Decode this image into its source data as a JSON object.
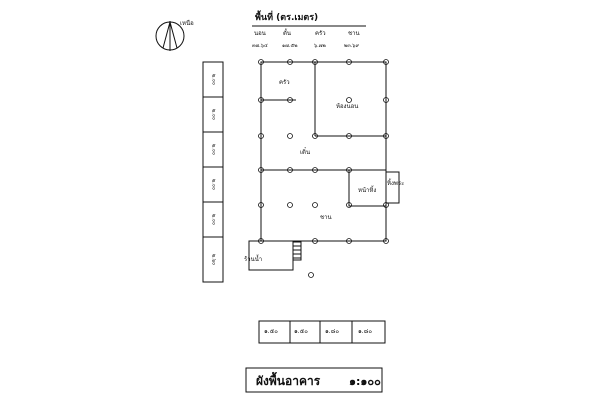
{
  "north": {
    "label": "เหนือ"
  },
  "area_table": {
    "title": "พื้นที่ (ตร.เมตร)",
    "headers": [
      "นอน",
      "ตั้น",
      "ครัว",
      "ชาน"
    ],
    "values": [
      "๓๗.๖๔",
      "๑๗.๕๒",
      "๖.๗๒",
      "๒๓.๖๙"
    ]
  },
  "rooms": {
    "kitchen": "ครัว",
    "bedroom": "ห้องนอน",
    "terrace": "เติ๋น",
    "shrine": "หน้าหิ้ง",
    "shrine_ext": "หิ้งพระ",
    "porch": "ชาน",
    "water": "ร้านน้ำ"
  },
  "left_dims": [
    "๒.๐๐",
    "๒.๐๐",
    "๒.๐๐",
    "๒.๐๐",
    "๒.๐๐",
    "๒.๖๐"
  ],
  "bottom_dims": [
    "๑.๕๐",
    "๑.๕๐",
    "๑.๘๐",
    "๑.๘๐"
  ],
  "footer": {
    "title": "ผังพื้นอาคาร",
    "scale": "๑:๑๐๐"
  }
}
